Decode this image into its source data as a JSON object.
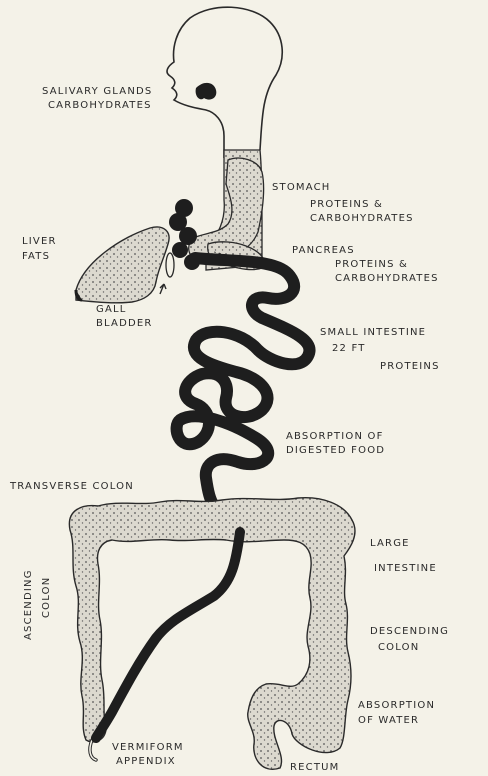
{
  "diagram": {
    "labels": {
      "salivary_line1": "SALIVARY GLANDS",
      "salivary_line2": "CARBOHYDRATES",
      "stomach": "STOMACH",
      "stomach_sub1": "PROTEINS &",
      "stomach_sub2": "CARBOHYDRATES",
      "liver": "LIVER",
      "liver_sub": "FATS",
      "pancreas": "PANCREAS",
      "pancreas_sub1": "PROTEINS &",
      "pancreas_sub2": "CARBOHYDRATES",
      "gall1": "GALL",
      "gall2": "BLADDER",
      "small_int1": "SMALL INTESTINE",
      "small_int2": "22 FT",
      "small_int3": "PROTEINS",
      "absorb1": "ABSORPTION OF",
      "absorb2": "DIGESTED FOOD",
      "transverse": "TRANSVERSE COLON",
      "large1": "LARGE",
      "large2": "INTESTINE",
      "ascending1": "ASCENDING",
      "ascending2": "COLON",
      "descending1": "DESCENDING",
      "descending2": "COLON",
      "water1": "ABSORPTION",
      "water2": "OF WATER",
      "vermiform1": "VERMIFORM",
      "vermiform2": "APPENDIX",
      "rectum": "RECTUM"
    },
    "colors": {
      "background": "#f4f2e8",
      "ink": "#1e1e1e",
      "organ_fill": "#d9d6cb"
    }
  }
}
